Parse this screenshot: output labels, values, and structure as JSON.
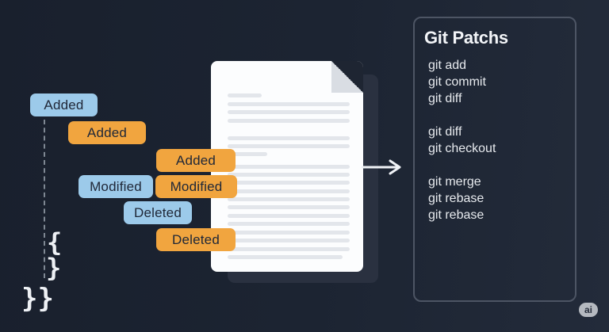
{
  "labels": [
    {
      "text": "Added",
      "color": "blue"
    },
    {
      "text": "Added",
      "color": "orange"
    },
    {
      "text": "Added",
      "color": "orange"
    },
    {
      "text": "Modified",
      "color": "blue"
    },
    {
      "text": "Modified",
      "color": "orange"
    },
    {
      "text": "Deleted",
      "color": "blue"
    },
    {
      "text": "Deleted",
      "color": "orange"
    }
  ],
  "colors": {
    "blue": "#9ccaea",
    "orange": "#f1a53f",
    "chip_text": "#202838",
    "background_left": "#19202d",
    "background_right": "#232b3a",
    "panel_border": "#4d5564",
    "page": "#fcfdfe",
    "page_line": "#e3e6eb",
    "arrow": "#f0f3f7"
  },
  "panel": {
    "title": "Git Patchs",
    "groups": [
      [
        "git add",
        "git commit",
        "git diff"
      ],
      [
        "git diff",
        "git checkout"
      ],
      [
        "git merge",
        "git rebase",
        "git rebase"
      ]
    ]
  },
  "braces": {
    "open": "{",
    "close": "}",
    "double_close": "}}"
  },
  "badge": {
    "text": "ai"
  }
}
